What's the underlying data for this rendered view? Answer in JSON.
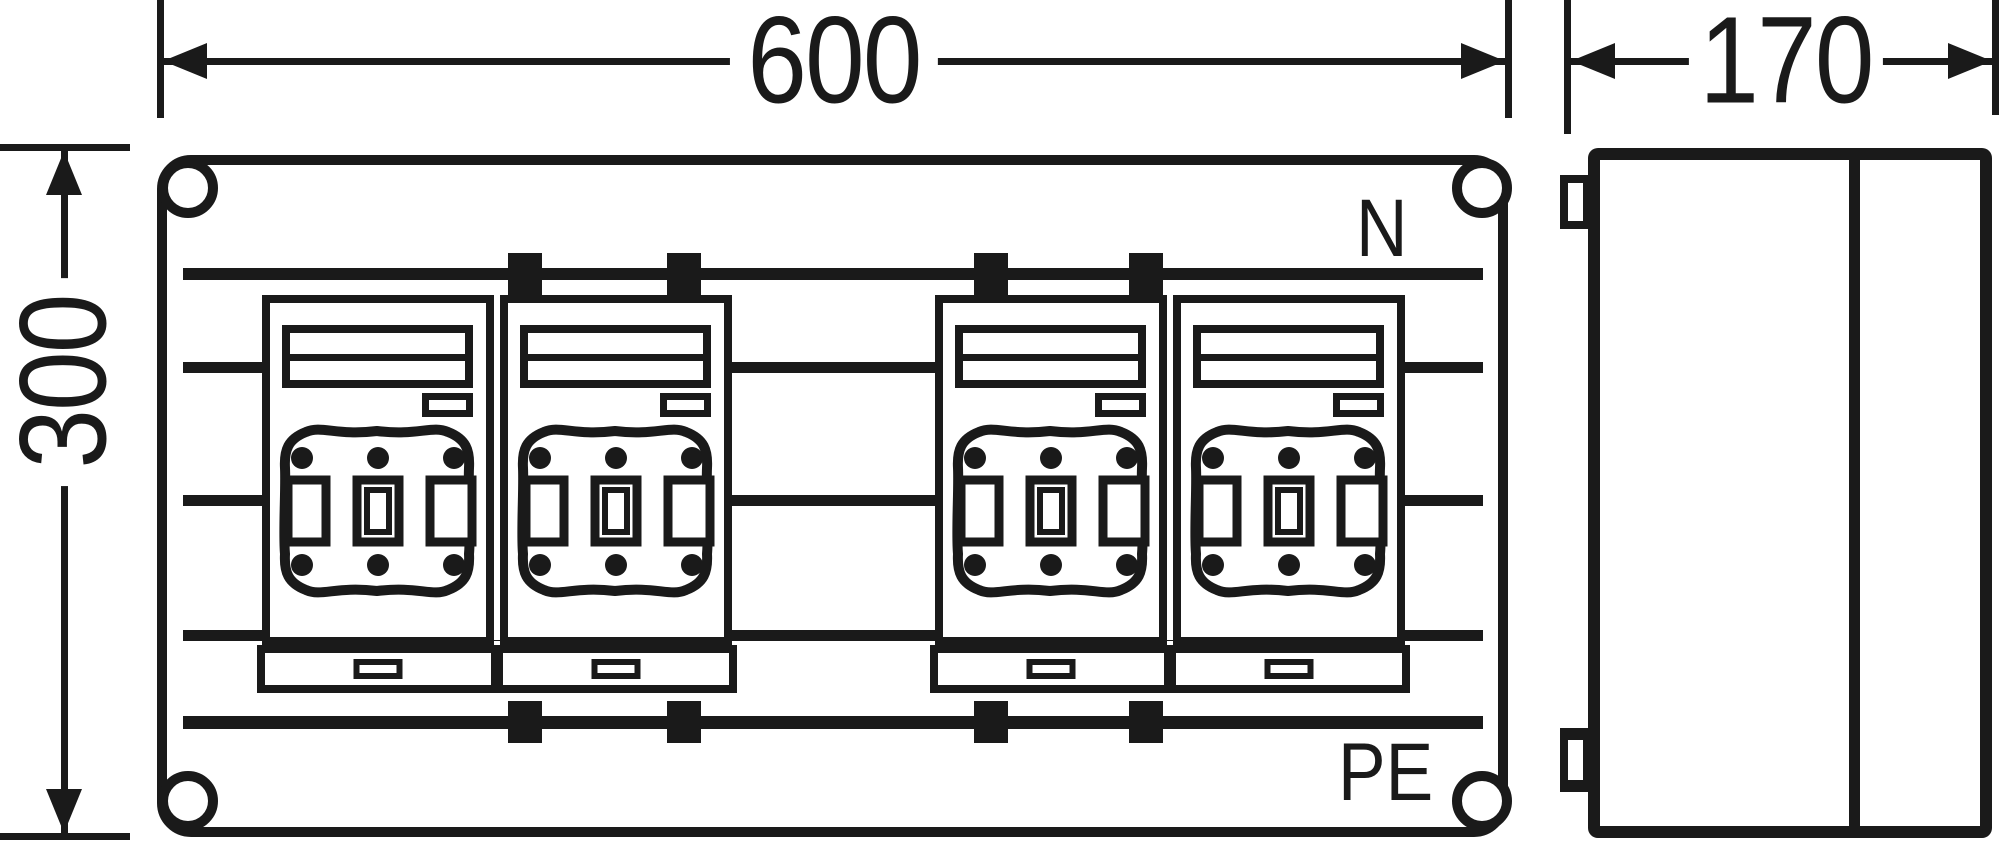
{
  "dimension_annotations": {
    "width": "600",
    "depth": "170",
    "height": "300"
  },
  "terminal_labels": {
    "neutral": "N",
    "earth": "PE"
  },
  "colors": {
    "line": "#1a1a1a",
    "background": "#ffffff"
  },
  "views": {
    "front": {
      "fuse_switch_units": 4,
      "busbars": 2,
      "rails": 3,
      "mounting_holes": 4,
      "busbar_clamps": 8
    },
    "side": {
      "hinge_tabs": 2
    }
  }
}
